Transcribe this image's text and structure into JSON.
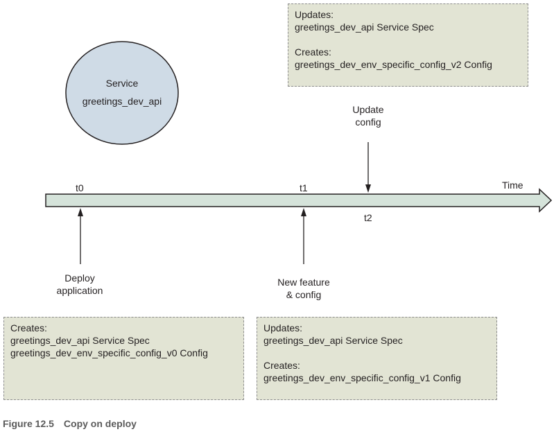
{
  "service": {
    "title": "Service",
    "name": "greetings_dev_api"
  },
  "timeline": {
    "axis_label": "Time",
    "ticks": [
      {
        "label": "t0"
      },
      {
        "label": "t1"
      },
      {
        "label": "t2"
      }
    ]
  },
  "events": {
    "deploy": {
      "line1": "Deploy",
      "line2": "application"
    },
    "new_feature": {
      "line1": "New feature",
      "line2": "& config"
    },
    "update_config": {
      "line1": "Update",
      "line2": "config"
    }
  },
  "notes": {
    "t0": {
      "line1": "Creates:",
      "line2": "greetings_dev_api Service Spec",
      "line3": "greetings_dev_env_specific_config_v0 Config"
    },
    "t1": {
      "line1": "Updates:",
      "line2": "greetings_dev_api Service Spec",
      "line3": "Creates:",
      "line4": "greetings_dev_env_specific_config_v1 Config"
    },
    "t2": {
      "line1": "Updates:",
      "line2": "greetings_dev_api Service Spec",
      "line3": "Creates:",
      "line4": "greetings_dev_env_specific_config_v2 Config"
    }
  },
  "caption": {
    "number": "Figure 12.5",
    "title": "Copy on deploy"
  }
}
